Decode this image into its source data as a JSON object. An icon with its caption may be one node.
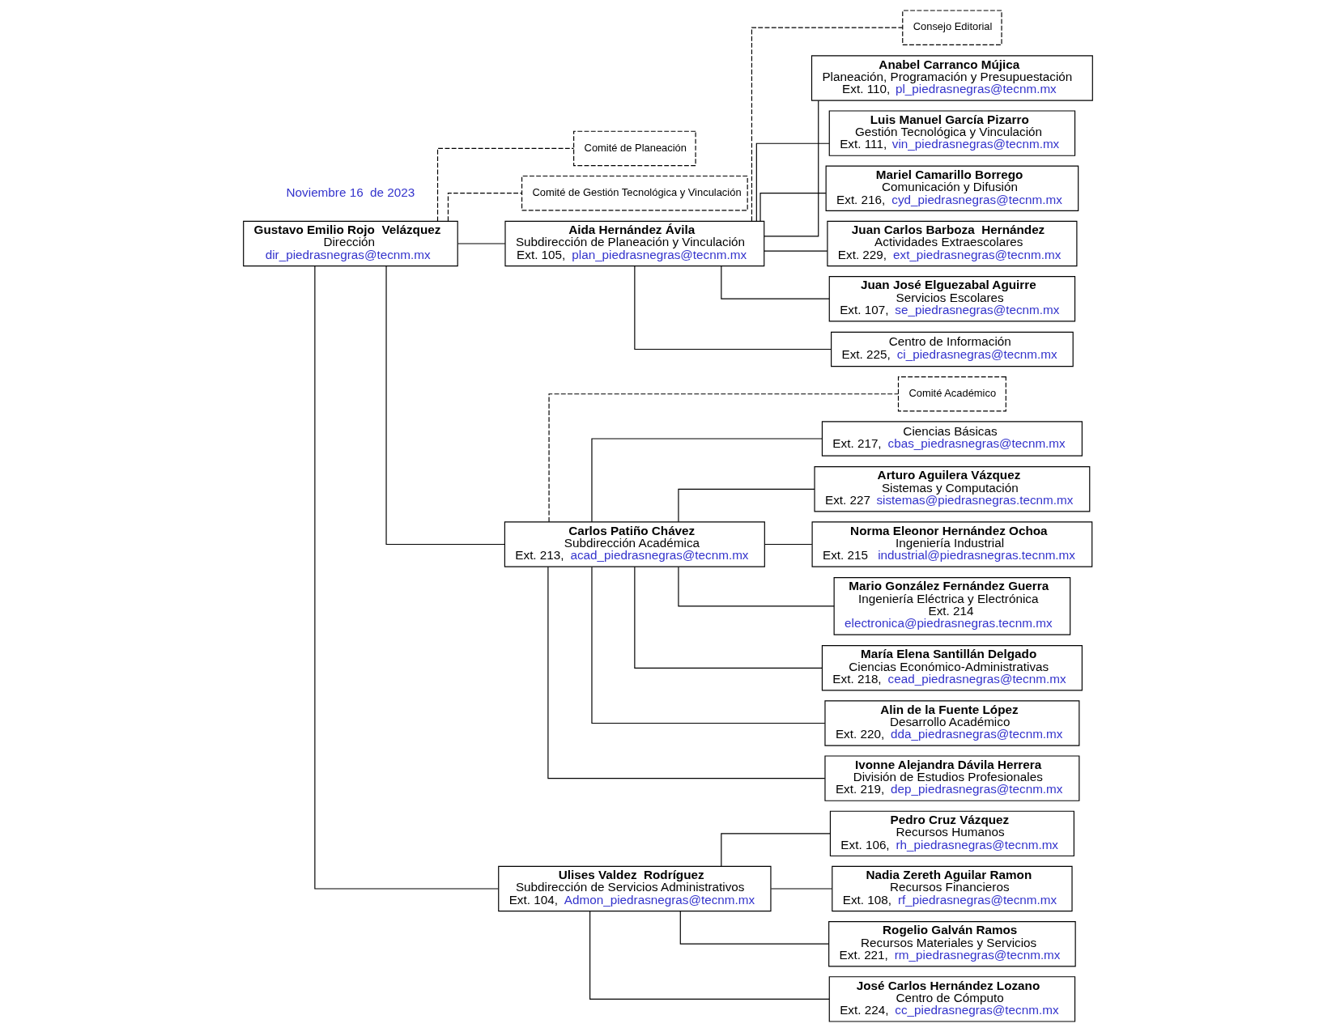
{
  "diagram": {
    "nodes": [
      {
        "text": [
          "Gustavo Emilio Rojo  Velázquez",
          "Dirección",
          "dir_piedrasnegras@tecnm.mx"
        ]
      },
      {
        "text": [
          "Comité de Planeación"
        ]
      },
      {
        "text": [
          "Comité de Gestión Tecnológica y Vinculación"
        ]
      },
      {
        "text": [
          "Aida Hernández Ávila",
          "Subdirección de Planeación y Vinculación",
          "Ext. 105, plan_piedrasnegras@tecnm.mx"
        ]
      },
      {
        "text": [
          "Carlos Patiño Chávez",
          "Subdirección Académica",
          "Ext. 213, acad_piedrasnegras@tecnm.mx"
        ]
      },
      {
        "text": [
          "Ulises Valdez  Rodríguez",
          "Subdirección de Servicios Administrativos",
          "Ext. 104, Admon_piedrasnegras@tecnm.mx"
        ]
      },
      {
        "text": [
          "Consejo Editorial"
        ]
      },
      {
        "text": [
          "Comité Académico"
        ]
      },
      {
        "text": [
          "Anabel Carranco Mújica",
          "Planeación, Programación y Presupuestación",
          "Ext. 110, pl_piedrasnegras@tecnm.mx"
        ]
      },
      {
        "text": [
          "Luis Manuel García Pizarro",
          "Gestión Tecnológica y Vinculación",
          "Ext. 111, vin_piedrasnegras@tecnm.mx"
        ]
      },
      {
        "text": [
          "Mariel Camarillo Borrego",
          "Comunicación y Difusión",
          "Ext. 216, cyd_piedrasnegras@tecnm.mx"
        ]
      },
      {
        "text": [
          "Juan Carlos Barboza  Hernández",
          "Actividades Extraescolares",
          "Ext. 229, ext_piedrasnegras@tecnm.mx"
        ]
      },
      {
        "text": [
          "Juan José Elguezabal Aguirre",
          "Servicios Escolares",
          "Ext. 107, se_piedrasnegras@tecnm.mx"
        ]
      },
      {
        "text": [
          "Centro de Información",
          "Ext. 225, ci_piedrasnegras@tecnm.mx"
        ]
      },
      {
        "text": [
          "Ciencias Básicas",
          "Ext. 217, cbas_piedrasnegras@tecnm.mx"
        ]
      },
      {
        "text": [
          "Arturo Aguilera Vázquez",
          "Sistemas y Computación",
          "Ext. 227 sistemas@piedrasnegras.tecnm.mx"
        ]
      },
      {
        "text": [
          "Norma Eleonor Hernández Ochoa",
          "Ingeniería Industrial",
          "Ext. 215  industrial@piedrasnegras.tecnm.mx"
        ]
      },
      {
        "text": [
          "Mario González Fernández Guerra",
          "Ingeniería Eléctrica y Electrónica",
          "Ext. 214",
          "electronica@piedrasnegras.tecnm.mx"
        ]
      },
      {
        "text": [
          "María Elena Santillán Delgado",
          "Ciencias Económico-Administrativas",
          "Ext. 218, cead_piedrasnegras@tecnm.mx"
        ]
      },
      {
        "text": [
          "Alin de la Fuente López",
          "Desarrollo Académico",
          "Ext. 220, dda_piedrasnegras@tecnm.mx"
        ]
      },
      {
        "text": [
          "Ivonne Alejandra Dávila Herrera",
          "División de Estudios Profesionales",
          "Ext. 219, dep_piedrasnegras@tecnm.mx"
        ]
      },
      {
        "text": [
          "Pedro Cruz Vázquez",
          "Recursos Humanos",
          "Ext. 106, rh_piedrasnegras@tecnm.mx"
        ]
      },
      {
        "text": [
          "Nadia Zereth Aguilar Ramon",
          "Recursos Financieros",
          "Ext. 108, rf_piedrasnegras@tecnm.mx"
        ]
      },
      {
        "text": [
          "Rogelio Galván Ramos",
          "Recursos Materiales y Servicios",
          "Ext. 221, rm_piedrasnegras@tecnm.mx"
        ]
      },
      {
        "text": [
          "José Carlos Hernández Lozano",
          "Centro de Cómputo",
          "Ext. 224, cc_piedrasnegras@tecnm.mx"
        ]
      }
    ],
    "edges": [
      {
        "from": 0,
        "to": 1,
        "arrow": "none",
        "style": "dashed"
      },
      {
        "from": 0,
        "to": 2,
        "arrow": "none",
        "style": "dashed"
      },
      {
        "from": 0,
        "to": 3,
        "arrow": "none"
      },
      {
        "from": 0,
        "to": 4,
        "arrow": "none"
      },
      {
        "from": 0,
        "to": 5,
        "arrow": "none"
      },
      {
        "from": 3,
        "to": 6,
        "arrow": "none",
        "style": "dashed"
      },
      {
        "from": 4,
        "to": 7,
        "arrow": "none",
        "style": "dashed"
      },
      {
        "from": 3,
        "to": 8,
        "arrow": "none"
      },
      {
        "from": 3,
        "to": 9,
        "arrow": "none"
      },
      {
        "from": 3,
        "to": 10,
        "arrow": "none"
      },
      {
        "from": 3,
        "to": 11,
        "arrow": "none"
      },
      {
        "from": 3,
        "to": 12,
        "arrow": "none"
      },
      {
        "from": 3,
        "to": 13,
        "arrow": "none"
      },
      {
        "from": 4,
        "to": 14,
        "arrow": "none"
      },
      {
        "from": 4,
        "to": 15,
        "arrow": "none"
      },
      {
        "from": 4,
        "to": 16,
        "arrow": "none"
      },
      {
        "from": 4,
        "to": 17,
        "arrow": "none"
      },
      {
        "from": 4,
        "to": 18,
        "arrow": "none"
      },
      {
        "from": 4,
        "to": 19,
        "arrow": "none"
      },
      {
        "from": 4,
        "to": 20,
        "arrow": "none"
      },
      {
        "from": 5,
        "to": 21,
        "arrow": "none"
      },
      {
        "from": 5,
        "to": 22,
        "arrow": "none"
      },
      {
        "from": 5,
        "to": 23,
        "arrow": "none"
      },
      {
        "from": 5,
        "to": 24,
        "arrow": "none"
      }
    ],
    "labels": [
      "Noviembre 16  de 2023"
    ]
  }
}
